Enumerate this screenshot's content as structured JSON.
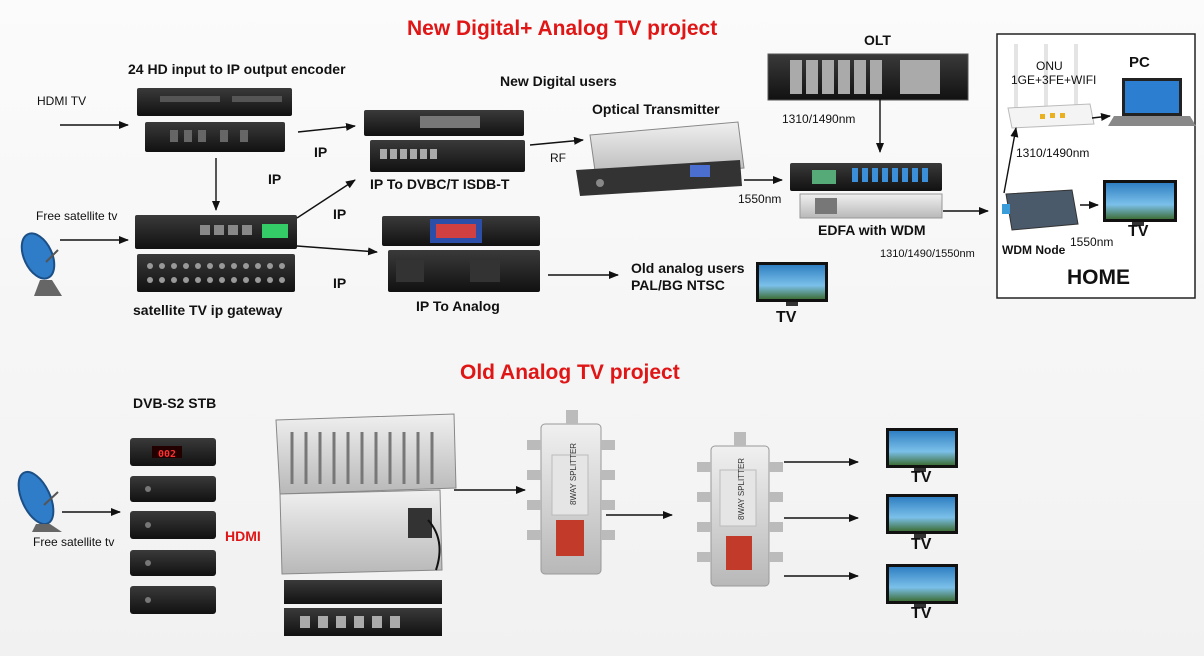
{
  "titles": {
    "top": "New Digital+ Analog TV project",
    "bottom": "Old Analog TV project"
  },
  "labels": {
    "hdmi_tv": "HDMI TV",
    "encoder": "24 HD input to IP output encoder",
    "ip_a": "IP",
    "ip_b": "IP",
    "ip_c": "IP",
    "ip_d": "IP",
    "free_sat_top": "Free satellite tv",
    "sat_gateway": "satellite TV ip gateway",
    "new_digital_users": "New Digital users",
    "ip_to_dvbc": "IP To DVBC/T ISDB-T",
    "ip_to_analog": "IP To Analog",
    "optical_tx": "Optical Transmitter",
    "rf": "RF",
    "nm1550_a": "1550nm",
    "olt": "OLT",
    "nm_olt": "1310/1490nm",
    "edfa": "EDFA with WDM",
    "nm_triple": "1310/1490/1550nm",
    "old_analog_1": "Old analog users",
    "old_analog_2": "PAL/BG  NTSC",
    "tv_top": "TV",
    "onu_1": "ONU",
    "onu_2": "1GE+3FE+WIFI",
    "pc": "PC",
    "nm_home": "1310/1490nm",
    "wdm_node": "WDM Node",
    "nm1550_b": "1550nm",
    "tv_home": "TV",
    "home": "HOME",
    "dvbs2": "DVB-S2 STB",
    "free_sat_bottom": "Free satellite tv",
    "hdmi": "HDMI",
    "tv_b1": "TV",
    "tv_b2": "TV",
    "tv_b3": "TV",
    "stb_display": "002",
    "splitter_text": "8WAY SPLITTER"
  },
  "colors": {
    "title_red": "#e01616",
    "rack_black": "#1c1c1c",
    "rack_silver": "#d6d6d6",
    "arrow": "#111111",
    "tv_screen": "#4aa0d8"
  },
  "icons": [
    "satellite-dish-icon",
    "tv-icon",
    "router-icon",
    "laptop-icon",
    "splitter-icon",
    "set-top-box-icon"
  ]
}
